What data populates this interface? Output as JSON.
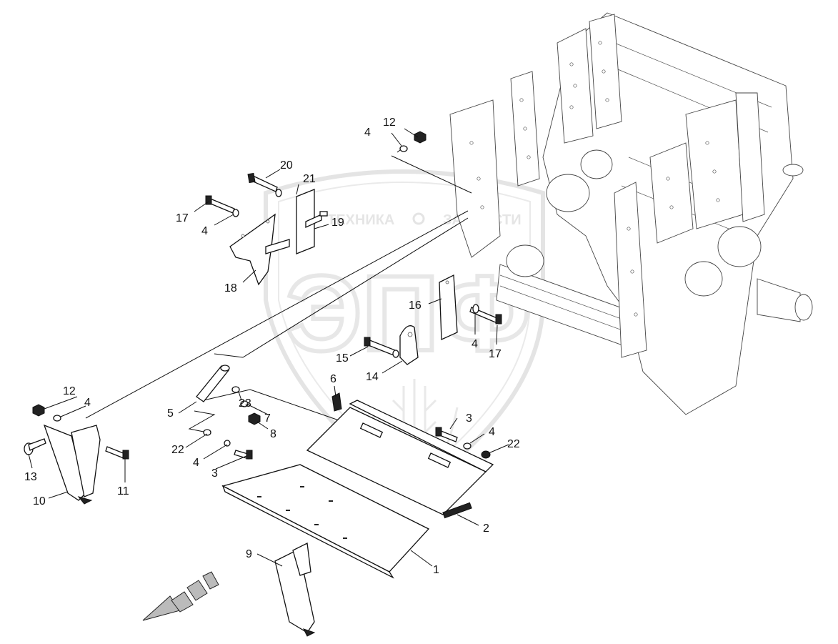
{
  "watermark": {
    "left_word": "ТЕХНИКА",
    "right_word": "ЗАПЧАСТИ",
    "monogram": "ЭПФ"
  },
  "callouts": [
    {
      "id": "c12a",
      "text": "12"
    },
    {
      "id": "c4a",
      "text": "4"
    },
    {
      "id": "c20",
      "text": "20"
    },
    {
      "id": "c21",
      "text": "21"
    },
    {
      "id": "c17a",
      "text": "17"
    },
    {
      "id": "c4b",
      "text": "4"
    },
    {
      "id": "c19",
      "text": "19"
    },
    {
      "id": "c18",
      "text": "18"
    },
    {
      "id": "c16",
      "text": "16"
    },
    {
      "id": "c4c",
      "text": "4"
    },
    {
      "id": "c17b",
      "text": "17"
    },
    {
      "id": "c15",
      "text": "15"
    },
    {
      "id": "c14",
      "text": "14"
    },
    {
      "id": "c6",
      "text": "6"
    },
    {
      "id": "c12b",
      "text": "12"
    },
    {
      "id": "c4d",
      "text": "4"
    },
    {
      "id": "c5",
      "text": "5"
    },
    {
      "id": "c23",
      "text": "23"
    },
    {
      "id": "c7",
      "text": "7"
    },
    {
      "id": "c8",
      "text": "8"
    },
    {
      "id": "c3a",
      "text": "3"
    },
    {
      "id": "c4e",
      "text": "4"
    },
    {
      "id": "c22a",
      "text": "22"
    },
    {
      "id": "c22b",
      "text": "22"
    },
    {
      "id": "c4f",
      "text": "4"
    },
    {
      "id": "c3b",
      "text": "3"
    },
    {
      "id": "c13",
      "text": "13"
    },
    {
      "id": "c11",
      "text": "11"
    },
    {
      "id": "c10",
      "text": "10"
    },
    {
      "id": "c2",
      "text": "2"
    },
    {
      "id": "c9",
      "text": "9"
    },
    {
      "id": "c1",
      "text": "1"
    }
  ]
}
